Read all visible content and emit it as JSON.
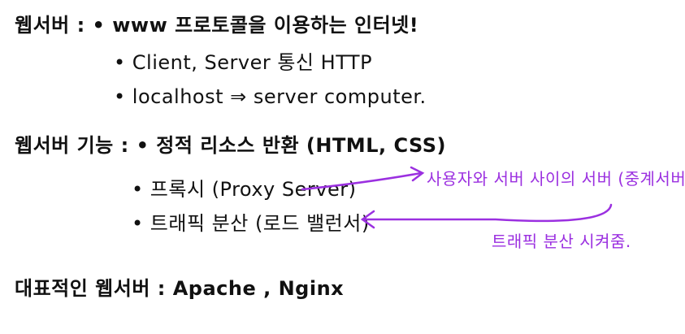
{
  "notes": {
    "webserver_definition": "웹서버 : • www 프로토콜을 이용하는 인터넷!",
    "client_server": "• Client, Server 통신 HTTP",
    "localhost": "• localhost ⇒ server computer.",
    "webserver_function": "웹서버 기능 : • 정적 리소스 반환 (HTML, CSS)",
    "proxy": "• 프록시 (Proxy Server)",
    "traffic": "• 트래픽 분산 (로드 밸런서)",
    "examples": "대표적인 웹서버 : Apache , Nginx"
  },
  "annotations": {
    "proxy_note": "사용자와 서버 사이의 서버 (중계서버)",
    "traffic_note": "트래픽 분산 시켜줌."
  },
  "colors": {
    "ink": "#111111",
    "annotation": "#9b30e0"
  }
}
